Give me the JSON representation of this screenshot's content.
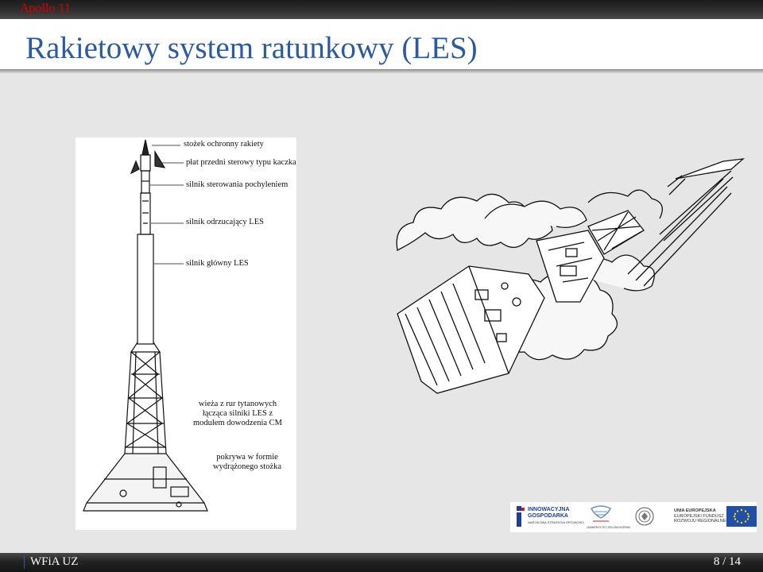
{
  "header": {
    "section_name": "Apollo 11",
    "slide_title": "Rakietowy system ratunkowy (LES)"
  },
  "figure_labels": {
    "nose_cone": "stożek ochronny rakiety",
    "canard": "płat przedni sterowy typu kaczka",
    "pitch_motor": "silnik sterowania pochyleniem",
    "jettison_motor": "silnik odrzucający LES",
    "main_motor": "silnik główny LES",
    "tower_line1": "wieża z rur tytanowych",
    "tower_line2": "łącząca silniki LES z",
    "tower_line3": "modułem dowodzenia CM",
    "cover_line1": "pokrywa w formie",
    "cover_line2": "wydrążonego stożka"
  },
  "logos": {
    "innovative_line1": "INNOWACYJNA",
    "innovative_line2": "GOSPODARKA",
    "innovative_line3": "NARODOWA STRATEGIA SPÓJNOŚCI",
    "eu_line1": "UNIA EUROPEJSKA",
    "eu_line2": "EUROPEJSKI FUNDUSZ",
    "eu_line3": "ROZWOJU REGIONALNEGO",
    "uz_caption": "UNIWERSYTET ZIELONOGÓRSKI",
    "colors": {
      "eu_blue": "#1f4fa8",
      "eu_star": "#ffd400",
      "ig_blue": "#1c3f94",
      "ig_red": "#d71a21"
    }
  },
  "footer": {
    "short_title": "WFiA UZ",
    "page_indicator": "8 / 14"
  },
  "colors": {
    "title_blue": "#2c5aa0",
    "section_red": "#d80000"
  }
}
